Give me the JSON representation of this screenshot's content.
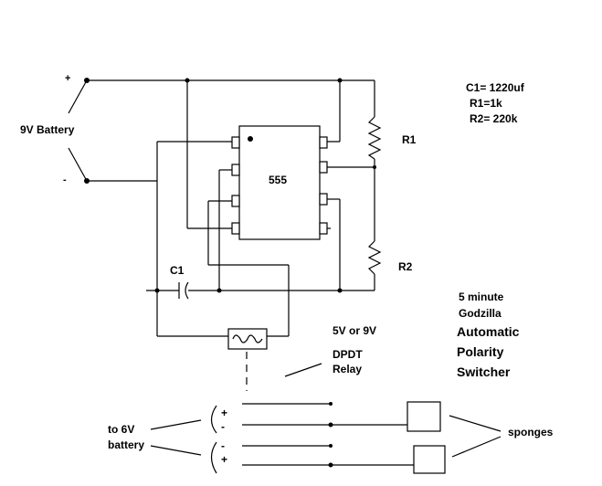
{
  "labels": {
    "plus_top": "+",
    "minus_top": "-",
    "battery": "9V Battery",
    "chip": "555",
    "r1": "R1",
    "r2": "R2",
    "c1": "C1",
    "relay_voltage": "5V or 9V",
    "relay_type": "DPDT",
    "relay": "Relay",
    "to_6v": "to 6V",
    "battery2": "battery",
    "sponges": "sponges",
    "plus_1": "+",
    "minus_1": "-",
    "minus_2": "-",
    "plus_2": "+"
  },
  "values": {
    "c1": "C1=  1220uf",
    "r1": "R1=1k",
    "r2": "R2=  220k"
  },
  "title": {
    "line1": "5 minute",
    "line2": "Godzilla",
    "line3": "Automatic",
    "line4": "Polarity",
    "line5": "Switcher"
  }
}
